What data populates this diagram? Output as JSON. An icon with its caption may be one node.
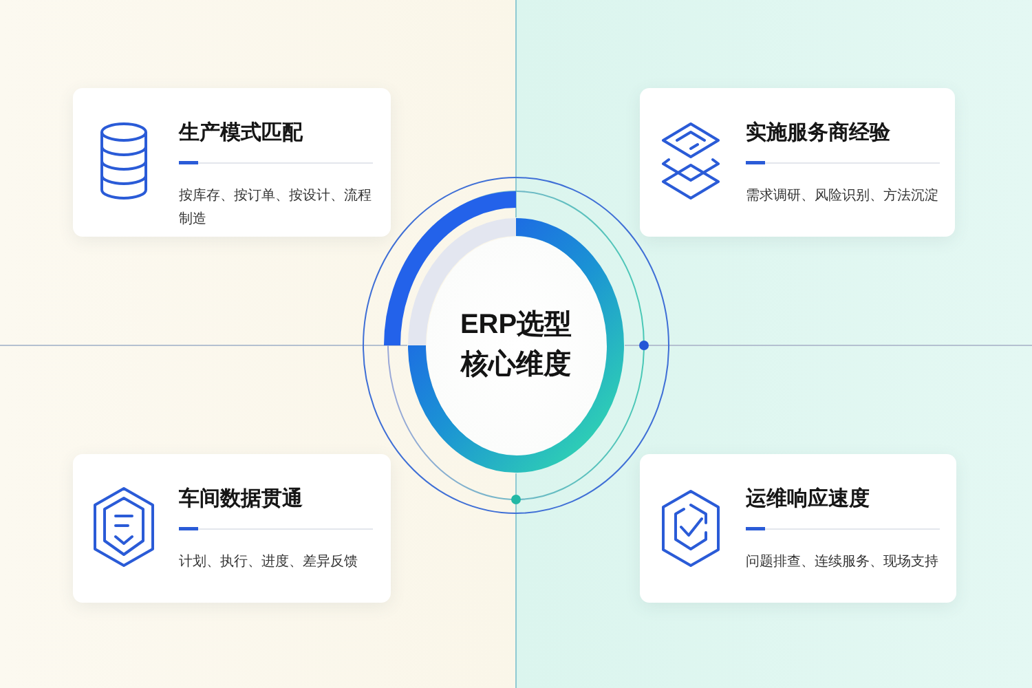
{
  "diagram": {
    "nodes": [
      {
        "text": [
          "生产模式匹配",
          "按库存、按订单、按设计、流程制造"
        ]
      },
      {
        "text": [
          "实施服务商经验",
          "需求调研、风险识别、方法沉淀"
        ]
      },
      {
        "text": [
          "ERP选型核心维度"
        ]
      },
      {
        "text": [
          "车间数据贯通",
          "计划、执行、进度、差异反馈"
        ]
      },
      {
        "text": [
          "运维响应速度",
          "问题排查、连续服务、现场支持"
        ]
      }
    ]
  }
}
